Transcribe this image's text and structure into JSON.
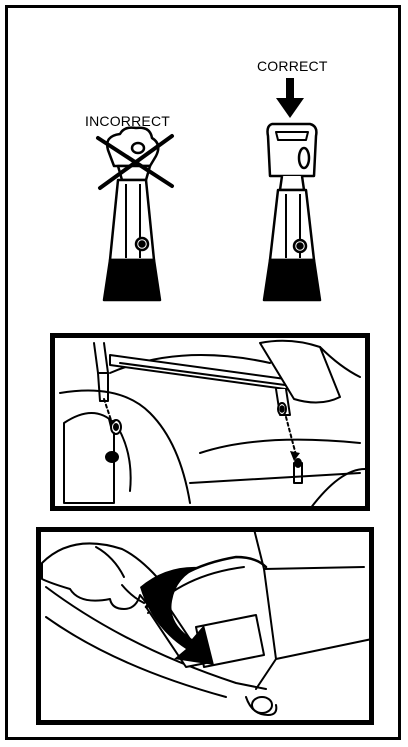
{
  "figure1": {
    "incorrect_label": "INCORRECT",
    "correct_label": "CORRECT"
  },
  "colors": {
    "ink": "#000000",
    "paper": "#ffffff"
  },
  "icons": [
    "clip-incorrect-illustration",
    "clip-correct-illustration",
    "down-arrow-icon",
    "cross-out-icon"
  ]
}
